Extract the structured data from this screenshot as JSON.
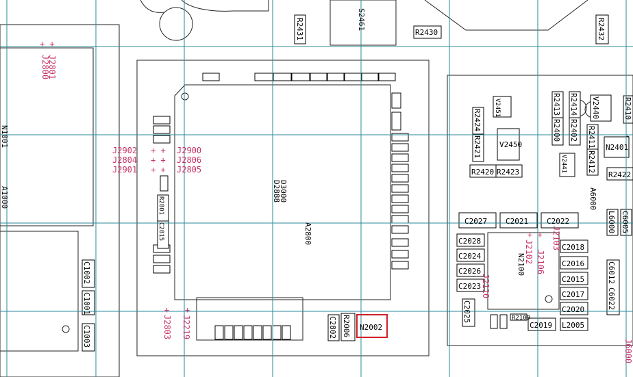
{
  "colors": {
    "grid": "#2a8a9a",
    "outline": "#222222",
    "label": "#000000",
    "pink": "#c8336a",
    "highlight": "#d0202a"
  },
  "top": {
    "r2431": "R2431",
    "s2461": "S2461",
    "r2430": "R2430",
    "r2432": "R2432"
  },
  "left": {
    "j2800": "J2800",
    "j2801": "J2801",
    "n1001": "N1001",
    "a1000": "A1000"
  },
  "center": {
    "d3000": "D3000",
    "d2888": "D2888",
    "a2800": "A2800",
    "j2902": "J2902",
    "j2804": "J2804",
    "j2901": "J2901",
    "j2900": "J2900",
    "j2806": "J2806",
    "j2805": "J2805",
    "j2803": "J2803",
    "j2219": "J2219",
    "r2801": "R2801",
    "c2815": "C2815",
    "c1002": "C1002",
    "c1001": "C1001",
    "c1003": "C1003",
    "c2802": "C2802",
    "r2006": "R2006",
    "n2002": "N2002"
  },
  "right": {
    "v2451": "V2451",
    "v2450": "V2450",
    "r2424": "R2424",
    "r2421": "R2421",
    "r2420": "R2420",
    "r2423": "R2423",
    "r2413": "R2413",
    "r2414": "R2414",
    "r2402": "R2402",
    "r2400": "R2400",
    "v2440": "V2440",
    "r2410": "R2410",
    "r2411": "R2411",
    "r2412": "R2412",
    "v2441": "V2441",
    "n2401": "N2401",
    "r2422": "R2422",
    "a6000": "A6000",
    "l6000": "L6000",
    "c6005": "C6005",
    "c2027": "C2027",
    "c2021": "C2021",
    "c2022": "C2022",
    "c2028": "C2028",
    "c2024": "C2024",
    "c2026": "C2026",
    "c2023": "C2023",
    "c2025": "C2025",
    "c2018": "C2018",
    "c2016": "C2016",
    "c2015": "C2015",
    "c2017": "C2017",
    "c2020": "C2020",
    "c2019": "C2019",
    "l2005": "L2005",
    "n2100": "N2100",
    "j2106": "J2106",
    "j2102": "J2102",
    "j2103": "J2103",
    "j2110": "J2110",
    "c6012": "C6012",
    "c6022": "C6022",
    "r2109": "R2109",
    "j6000": "J6000"
  }
}
